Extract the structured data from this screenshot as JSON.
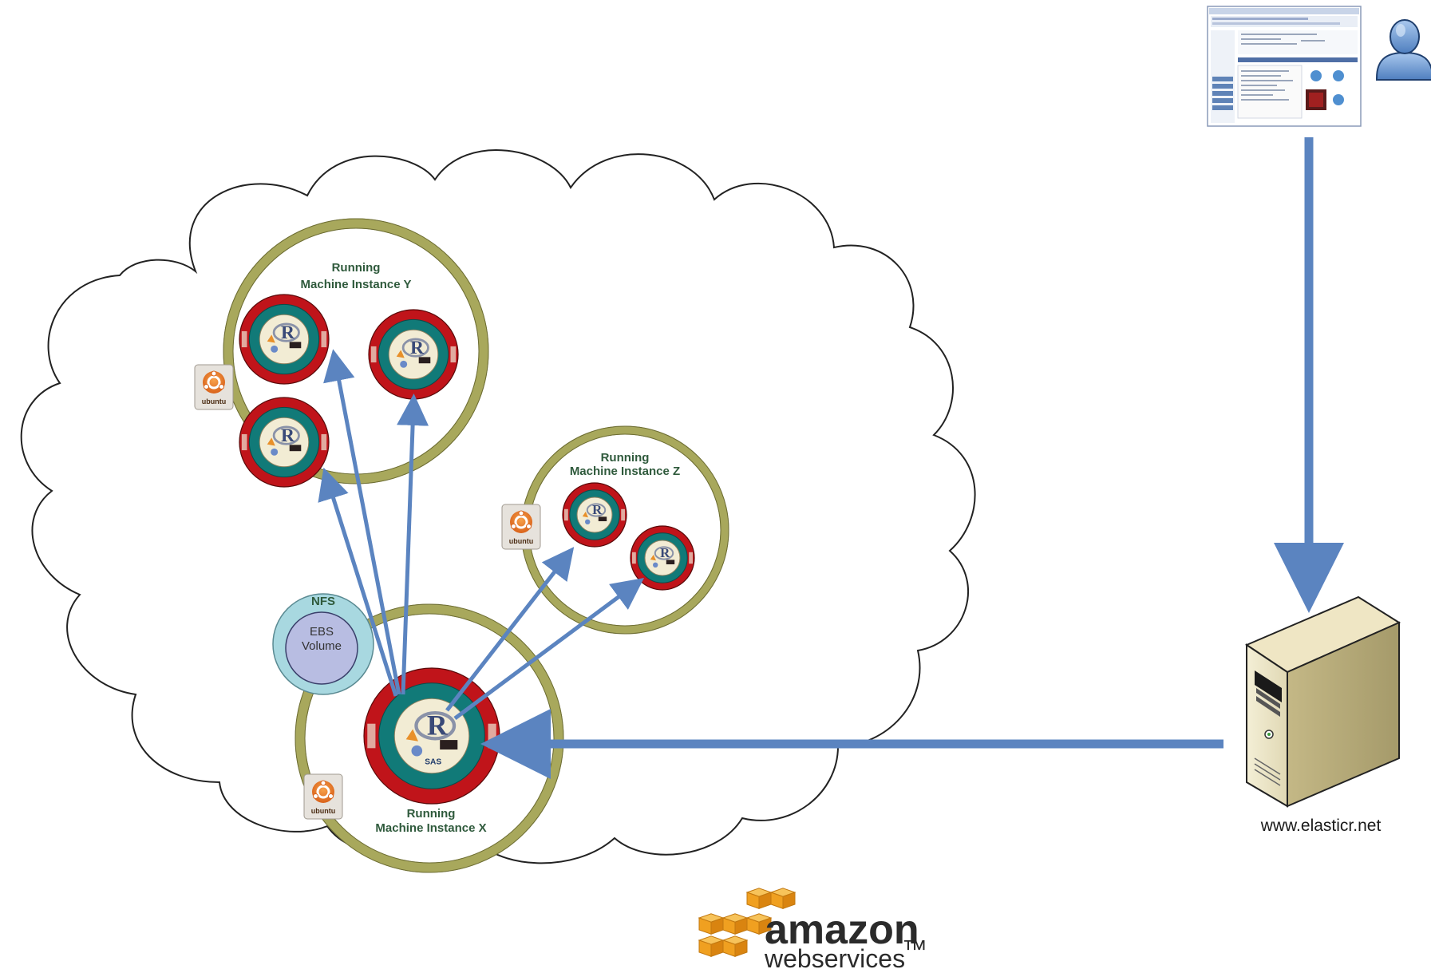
{
  "instances": {
    "y": {
      "line1": "Running",
      "line2": "Machine Instance Y"
    },
    "z": {
      "line1": "Running",
      "line2": "Machine Instance Z"
    },
    "x": {
      "line1": "Running",
      "line2": "Machine Instance X"
    }
  },
  "nfs": {
    "label": "NFS",
    "volume_line1": "EBS",
    "volume_line2": "Volume"
  },
  "server": {
    "url": "www.elasticr.net"
  },
  "aws": {
    "word1": "amazon",
    "word2": "webservices",
    "tm": "™"
  },
  "os_badge": {
    "text": "ubuntu"
  },
  "node_core": {
    "letter": "R",
    "sas": "SAS"
  },
  "colors": {
    "arrow": "#5b84c0",
    "instance_ring": "#a8a85c",
    "node_red": "#c0141a",
    "node_teal": "#117a78",
    "node_core": "#f2ecd4",
    "nfs_outer": "#a8d8e0",
    "nfs_inner": "#b8bde2",
    "aws_orange": "#f0a020"
  },
  "icons": [
    "cloud-icon",
    "browser-screenshot-icon",
    "user-icon",
    "server-tower-icon",
    "ubuntu-badge-icon",
    "r-logo-icon",
    "aws-logo-icon"
  ]
}
